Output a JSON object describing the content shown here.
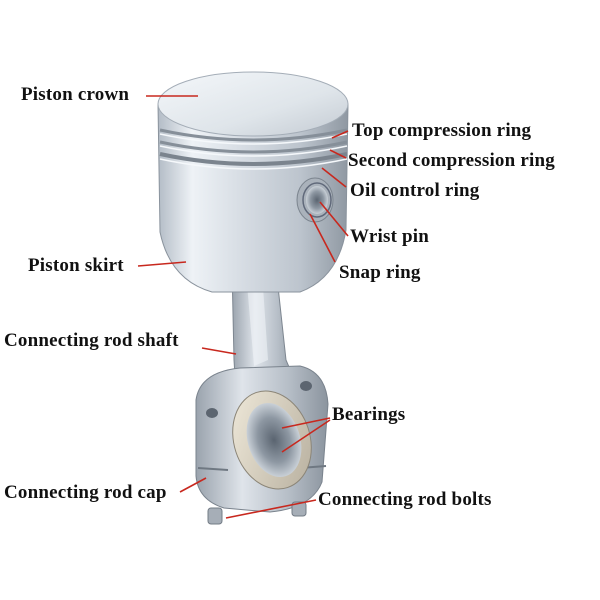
{
  "labels": {
    "piston_crown": "Piston crown",
    "top_compression_ring": "Top compression ring",
    "second_compression_ring": "Second compression ring",
    "oil_control_ring": "Oil control ring",
    "wrist_pin": "Wrist pin",
    "snap_ring": "Snap ring",
    "piston_skirt": "Piston skirt",
    "connecting_rod_shaft": "Connecting rod shaft",
    "bearings": "Bearings",
    "connecting_rod_cap": "Connecting rod cap",
    "connecting_rod_bolts": "Connecting rod bolts"
  },
  "colors": {
    "leader_line": "#c8281e",
    "metal_light": "#e9eef3",
    "metal_dark": "#9aa3ad"
  }
}
